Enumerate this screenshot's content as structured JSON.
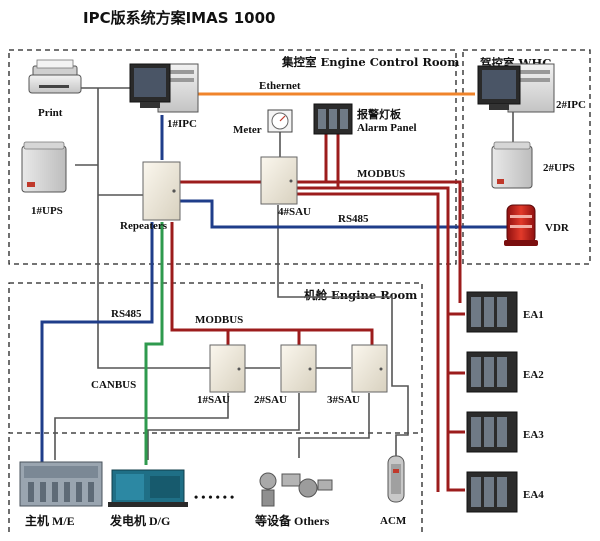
{
  "title": "IPC版系统方案IMAS  1000",
  "rooms": {
    "control": "集控室  Engine Control Room",
    "whc": "驾控室  WHC",
    "engine": "机舱  Engine Room"
  },
  "devices": {
    "print": "Print",
    "ipc1": "1#IPC",
    "ups1": "1#UPS",
    "repeaters": "Repeaters",
    "meter": "Meter",
    "alarm_cn": "报警灯板",
    "alarm_en": "Alarm Panel",
    "sau4": "4#SAU",
    "ipc2": "2#IPC",
    "ups2": "2#UPS",
    "vdr": "VDR",
    "sau1": "1#SAU",
    "sau2": "2#SAU",
    "sau3": "3#SAU",
    "me": "主机  M/E",
    "dg": "发电机  D/G",
    "dots": "• • • • • •",
    "others": "等设备  Others",
    "acm": "ACM",
    "ea1": "EA1",
    "ea2": "EA2",
    "ea3": "EA3",
    "ea4": "EA4"
  },
  "buses": {
    "ethernet": "Ethernet",
    "modbus_top": "MODBUS",
    "rs485_top": "RS485",
    "rs485_left": "RS485",
    "modbus_mid": "MODBUS",
    "canbus": "CANBUS"
  },
  "colors": {
    "ethernet": "#f0842b",
    "rs485": "#1f3d8a",
    "modbus": "#9c1c1c",
    "canbus": "#2f9a4e",
    "wiring": "#555555"
  }
}
